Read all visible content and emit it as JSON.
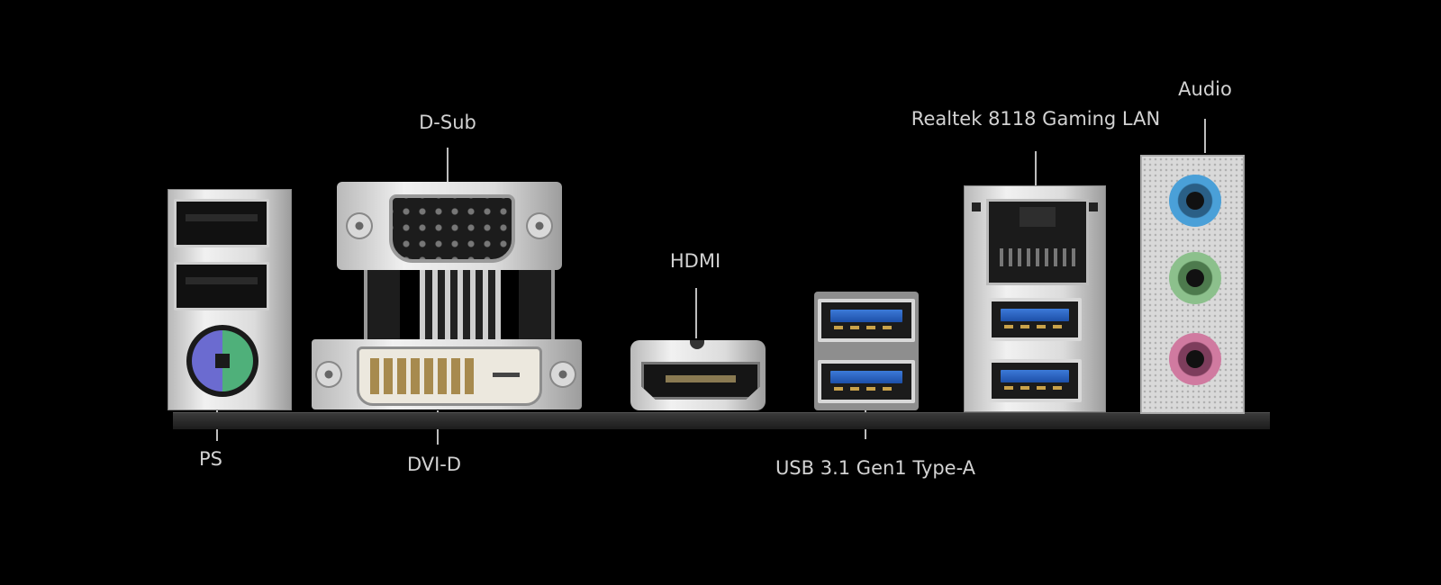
{
  "labels": {
    "ps": "PS",
    "dsub": "D-Sub",
    "dvid": "DVI-D",
    "hdmi": "HDMI",
    "usb": "USB 3.1 Gen1 Type-A",
    "lan": "Realtek 8118 Gaming LAN",
    "audio": "Audio"
  },
  "colors": {
    "background": "#000000",
    "label": "#d2d2d2",
    "usb3_blue": "#2f66c8",
    "audio_line_in": "#4aa0d8",
    "audio_line_out": "#8cc08c",
    "audio_mic": "#d07aa0",
    "ps2_keyboard": "#6b6bd0",
    "ps2_mouse": "#4fb07a"
  }
}
